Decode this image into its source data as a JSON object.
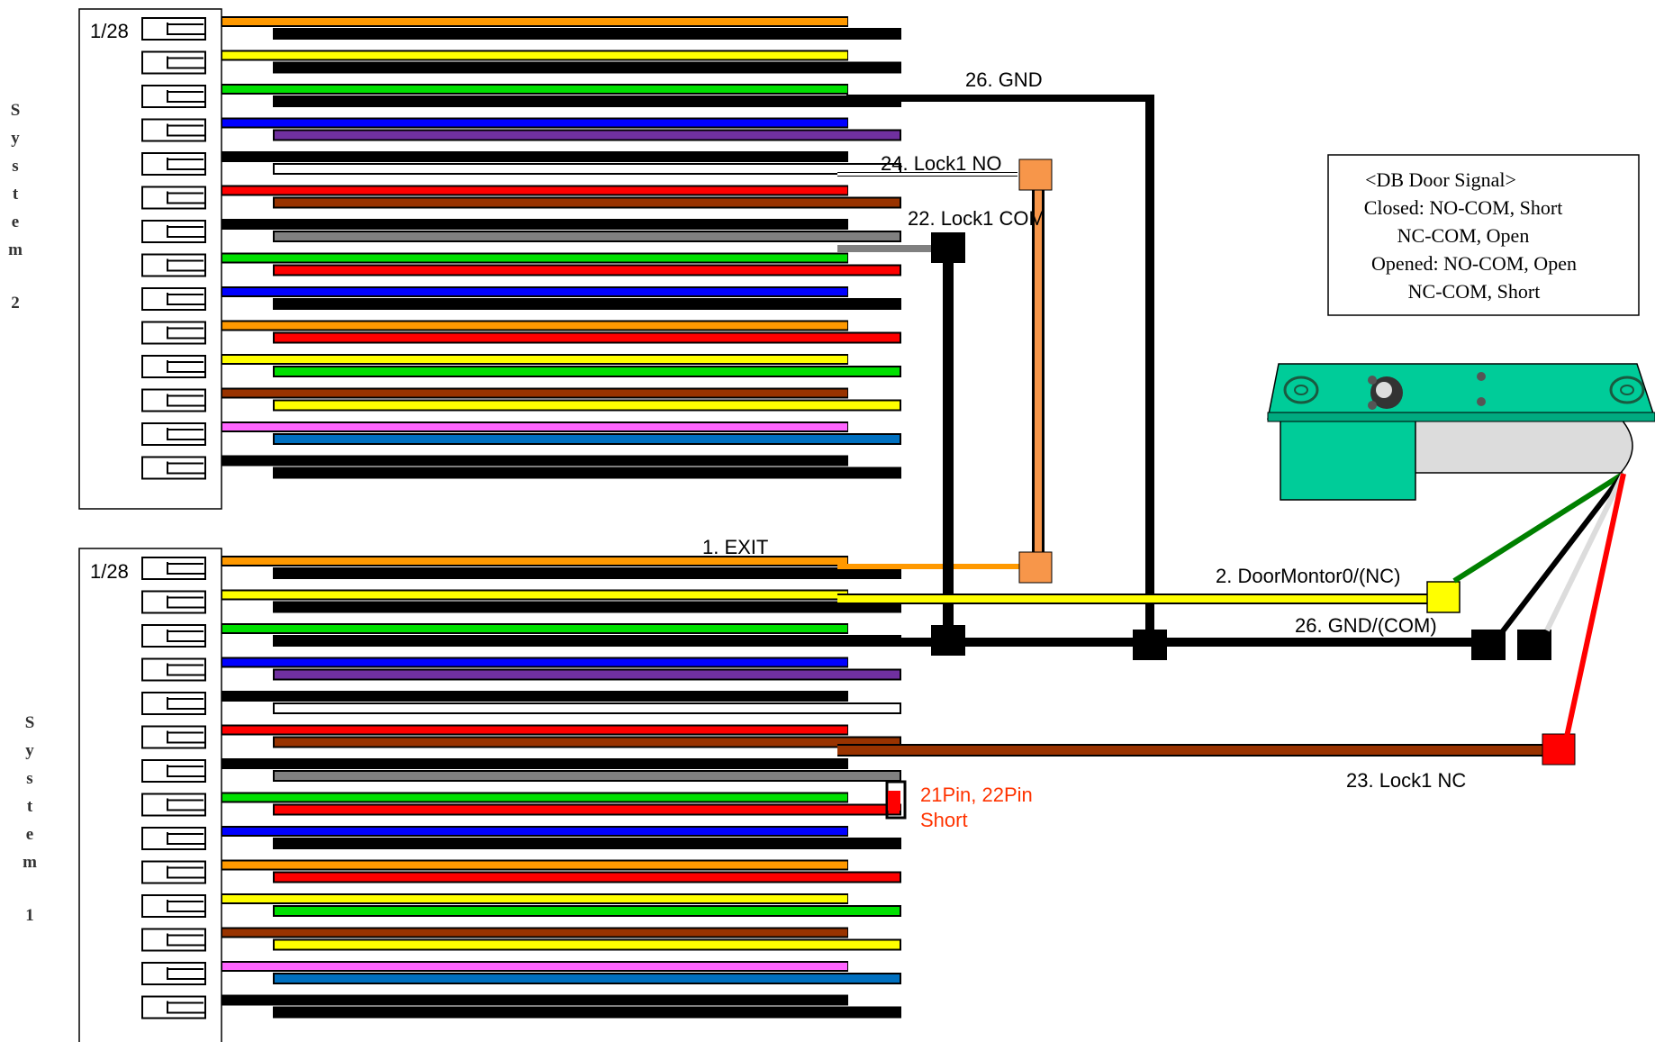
{
  "colors": {
    "orange": "#ff9900",
    "black": "#000000",
    "yellow": "#ffff00",
    "green": "#00e000",
    "blue": "#0000ff",
    "purple": "#7030a0",
    "white": "#ffffff",
    "red": "#ff0000",
    "brown": "#993300",
    "gray": "#808080",
    "pink": "#ff66ff",
    "steelblue": "#0070c0",
    "pad_orange": "#f7964a",
    "pad_yellow": "#ffff00",
    "pad_red": "#ff0000",
    "sensor_green": "#00cc99",
    "wire_green": "#008000",
    "wire_gray": "#dcdcdc",
    "short_label": "#ff3300"
  },
  "system2": {
    "pin_label": "1/28",
    "side_letters": [
      "S",
      "y",
      "s",
      "t",
      "e",
      "m",
      "2"
    ],
    "wire_pairs": [
      [
        "orange",
        "black"
      ],
      [
        "yellow",
        "black"
      ],
      [
        "green",
        "black"
      ],
      [
        "blue",
        "purple"
      ],
      [
        "black",
        "white"
      ],
      [
        "red",
        "brown"
      ],
      [
        "black",
        "gray"
      ],
      [
        "green",
        "red"
      ],
      [
        "blue",
        "black"
      ],
      [
        "orange",
        "red"
      ],
      [
        "yellow",
        "green"
      ],
      [
        "brown",
        "yellow"
      ],
      [
        "pink",
        "steelblue"
      ],
      [
        "black",
        "black"
      ]
    ]
  },
  "system1": {
    "pin_label": "1/28",
    "side_letters": [
      "S",
      "y",
      "s",
      "t",
      "e",
      "m",
      "1"
    ],
    "wire_pairs": [
      [
        "orange",
        "black"
      ],
      [
        "yellow",
        "black"
      ],
      [
        "green",
        "black"
      ],
      [
        "blue",
        "purple"
      ],
      [
        "black",
        "white"
      ],
      [
        "red",
        "brown"
      ],
      [
        "black",
        "gray"
      ],
      [
        "green",
        "red"
      ],
      [
        "blue",
        "black"
      ],
      [
        "orange",
        "red"
      ],
      [
        "yellow",
        "green"
      ],
      [
        "brown",
        "yellow"
      ],
      [
        "pink",
        "steelblue"
      ],
      [
        "black",
        "black"
      ]
    ]
  },
  "labels": {
    "gnd_top": "26. GND",
    "lock1_no": "24. Lock1 NO",
    "lock1_com": "22. Lock1 COM",
    "exit": "1. EXIT",
    "door_monitor": "2. DoorMontor0/(NC)",
    "gnd_com": "26. GND/(COM)",
    "lock1_nc": "23. Lock1 NC",
    "short_line1": "21Pin, 22Pin",
    "short_line2": "Short"
  },
  "signal_box": {
    "lines": [
      "<DB Door Signal>",
      "Closed: NO-COM, Short",
      "NC-COM, Open",
      "Opened: NO-COM, Open",
      "NC-COM, Short"
    ]
  }
}
